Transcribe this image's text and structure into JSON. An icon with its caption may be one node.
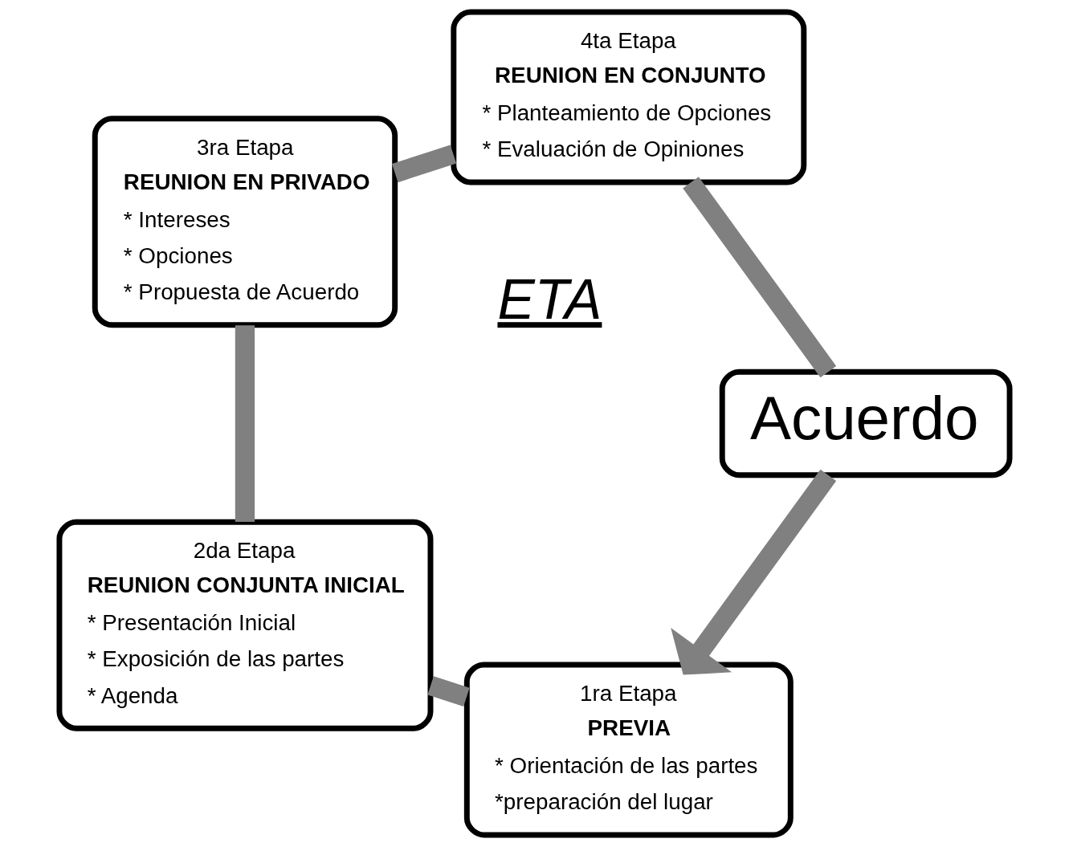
{
  "diagram": {
    "nodes": [
      {
        "text": [
          "1ra Etapa",
          "PREVIA",
          "* Orientación de las partes",
          "*preparación del lugar"
        ]
      },
      {
        "text": [
          "Acuerdo"
        ]
      },
      {
        "text": [
          "2da Etapa",
          "REUNION CONJUNTA INICIAL",
          "* Presentación Inicial",
          "* Exposición de las partes",
          "* Agenda"
        ]
      },
      {
        "text": [
          "4ta Etapa",
          "REUNION EN CONJUNTO",
          "* Planteamiento de Opciones",
          "* Evaluación de Opiniones"
        ]
      },
      {
        "text": [
          "3ra Etapa",
          "REUNION EN PRIVADO",
          "* Intereses",
          "* Opciones",
          "* Propuesta de Acuerdo"
        ]
      }
    ],
    "edges": [
      {
        "from": 0,
        "to": 2,
        "arrow": "none"
      },
      {
        "from": 2,
        "to": 4,
        "arrow": "none"
      },
      {
        "from": 4,
        "to": 3,
        "arrow": "none"
      },
      {
        "from": 3,
        "to": 1,
        "arrow": "none"
      },
      {
        "from": 1,
        "to": 0,
        "arrow": "to"
      }
    ],
    "labels": [
      "ETA"
    ]
  }
}
